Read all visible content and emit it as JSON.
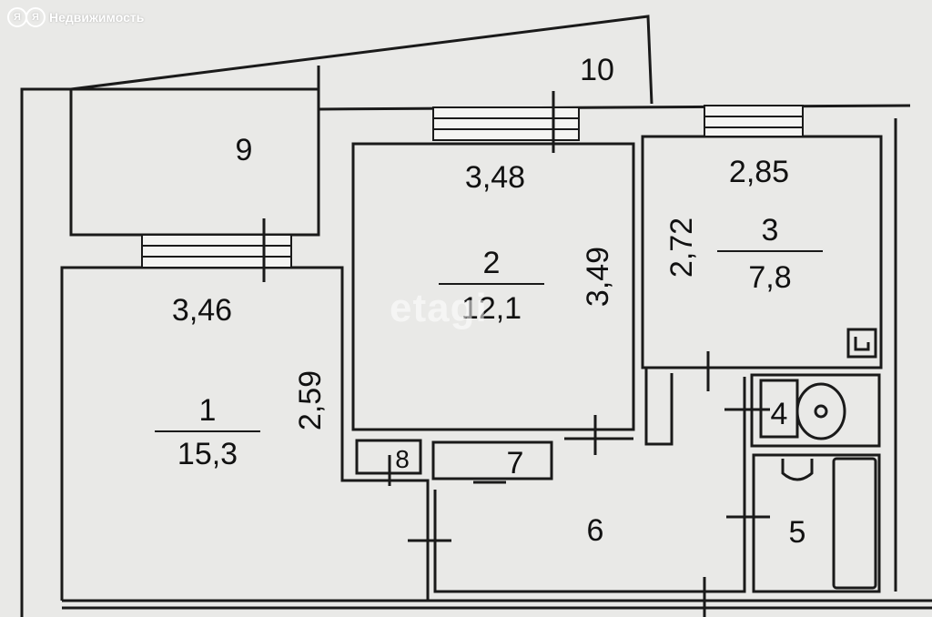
{
  "logo": {
    "mark": "Я",
    "text": "Недвижимость"
  },
  "watermark": "etagi",
  "rooms": [
    {
      "number": "1",
      "area": "15,3"
    },
    {
      "number": "2",
      "area": "12,1"
    },
    {
      "number": "3",
      "area": "7,8"
    },
    {
      "number": "4"
    },
    {
      "number": "5"
    },
    {
      "number": "6"
    },
    {
      "number": "7"
    },
    {
      "number": "8"
    },
    {
      "number": "9"
    },
    {
      "number": "10"
    }
  ],
  "dimensions": {
    "room1_width": "3,46",
    "room1_length": "2,59",
    "room2_width": "3,48",
    "room2_length": "3,49",
    "room3_width": "2,85",
    "room3_length": "2,72"
  },
  "colors": {
    "background": "#e9e9e7",
    "line": "#1a1a1a"
  }
}
